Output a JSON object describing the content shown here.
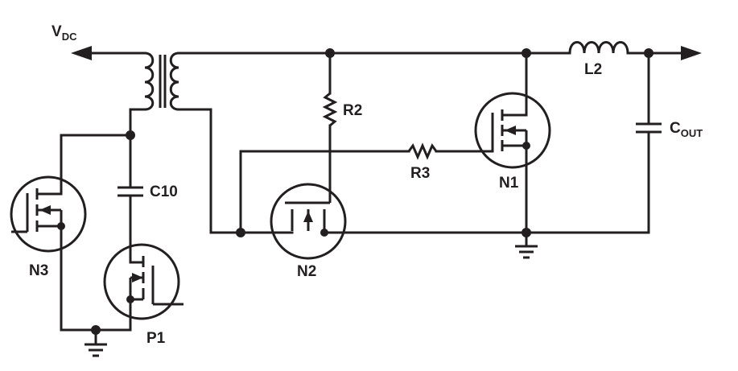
{
  "labels": {
    "vdc_main": "V",
    "vdc_sub": "DC",
    "r2": "R2",
    "r3": "R3",
    "l2": "L2",
    "c10": "C10",
    "cout_main": "C",
    "cout_sub": "OUT",
    "n1": "N1",
    "n2": "N2",
    "n3": "N3",
    "p1": "P1"
  },
  "colors": {
    "ink": "#231f20",
    "background": "#ffffff"
  }
}
